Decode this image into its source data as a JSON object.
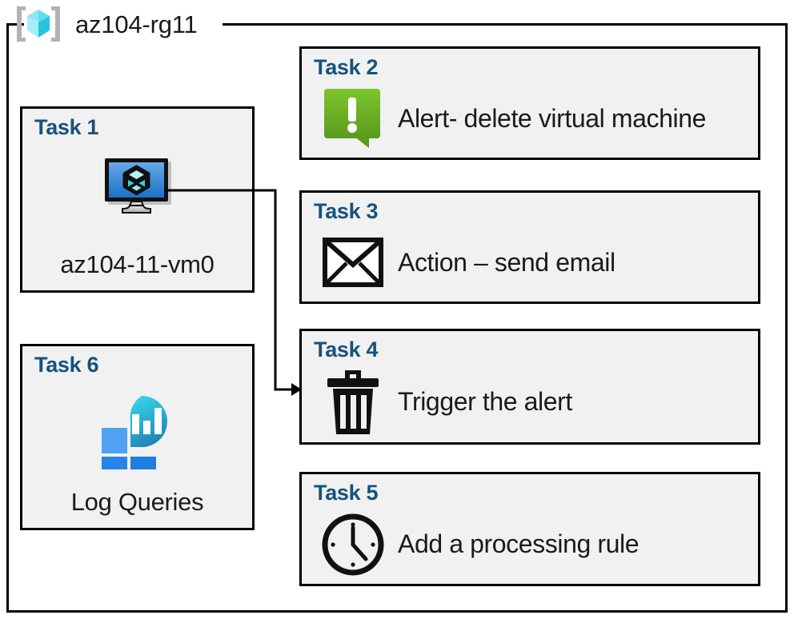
{
  "resource_group": {
    "icon": "resource-group-cube-icon",
    "name": "az104-rg11"
  },
  "colors": {
    "task_title": "#16527c",
    "card_fill": "#f1f1f1",
    "card_border": "#000000",
    "alert_green": "#6bb52a",
    "vm_blue": "#2a7fd4",
    "log_analytics_blue": "#2684e8",
    "log_analytics_teal": "#2bc8e0",
    "rg_icon_cube": "#63dcf0",
    "rg_icon_bracket": "#b3b3b3"
  },
  "cards": {
    "task1": {
      "title": "Task 1",
      "icon": "virtual-machine-icon",
      "label": "az104-11-vm0"
    },
    "task6": {
      "title": "Task 6",
      "icon": "log-analytics-icon",
      "label": "Log Queries"
    },
    "task2": {
      "title": "Task 2",
      "icon": "alert-callout-icon",
      "label": "Alert- delete virtual machine"
    },
    "task3": {
      "title": "Task 3",
      "icon": "envelope-icon",
      "label": "Action – send email"
    },
    "task4": {
      "title": "Task 4",
      "icon": "trash-delete-icon",
      "label": "Trigger the alert"
    },
    "task5": {
      "title": "Task 5",
      "icon": "clock-icon",
      "label": "Add a processing rule"
    }
  },
  "connector": {
    "from": "task1-virtual-machine-icon",
    "to": "task4",
    "style": "orthogonal-arrow"
  }
}
